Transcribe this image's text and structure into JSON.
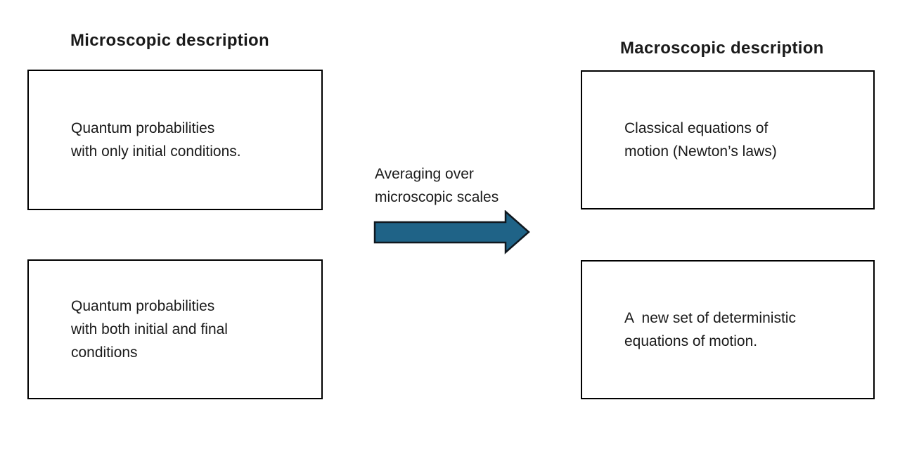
{
  "diagram": {
    "left_column": {
      "heading": "Microscopic description",
      "boxes": [
        {
          "text": "Quantum probabilities\nwith only initial conditions."
        },
        {
          "text": "Quantum probabilities\nwith both initial and final\nconditions"
        }
      ]
    },
    "right_column": {
      "heading": "Macroscopic description",
      "boxes": [
        {
          "text": "Classical equations of\nmotion (Newton’s laws)"
        },
        {
          "text": "A  new set of deterministic\nequations of motion."
        }
      ]
    },
    "transition": {
      "label": "Averaging over\nmicroscopic scales",
      "arrow_icon": "right-arrow-icon",
      "arrow_fill": "#1F6387",
      "arrow_stroke": "#10181F"
    },
    "colors": {
      "background": "#FFFFFF",
      "box_border": "#000000",
      "text": "#1A1A1A"
    }
  }
}
